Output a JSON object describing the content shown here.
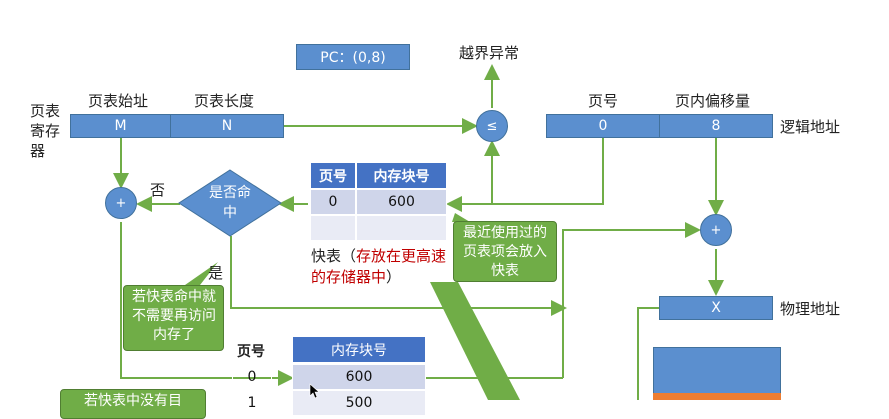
{
  "pc_box": "PC：(0,8)",
  "out_of_bounds": "越界异常",
  "page_table_start_label": "页表始址",
  "page_table_length_label": "页表长度",
  "page_table_register_label": [
    "页表",
    "寄存",
    "器"
  ],
  "reg_values": {
    "start": "M",
    "length": "N"
  },
  "compare_symbol": "≤",
  "logical_address": {
    "label": "逻辑地址",
    "page_no_label": "页号",
    "offset_label": "页内偏移量",
    "page_no": "0",
    "offset": "8"
  },
  "fast_table": {
    "headers": [
      "页号",
      "内存块号"
    ],
    "rows": [
      [
        "0",
        "600"
      ],
      [
        "",
        ""
      ]
    ],
    "caption_prefix": "快表（",
    "caption_red": "存放在更高速的存储器中",
    "caption_suffix": "）"
  },
  "decision": {
    "text": "是否命中",
    "no": "否",
    "yes": "是"
  },
  "plus_symbol": "+",
  "callout_recent": "最近使用过的页表项会放入快表",
  "callout_hit": "若快表命中就不需要再访问内存了",
  "callout_miss_partial": "若快表中没有目",
  "physical_address": {
    "label": "物理地址",
    "value": "X"
  },
  "page_table": {
    "headers": [
      "页号",
      "内存块号"
    ],
    "rows": [
      [
        "0",
        "600"
      ],
      [
        "1",
        "500"
      ]
    ]
  },
  "colors": {
    "box_blue": "#5b8fcf",
    "arrow_green": "#70ad47",
    "callout_green": "#70ad47",
    "text_red": "#c00000",
    "memory_orange": "#ed7d31"
  }
}
